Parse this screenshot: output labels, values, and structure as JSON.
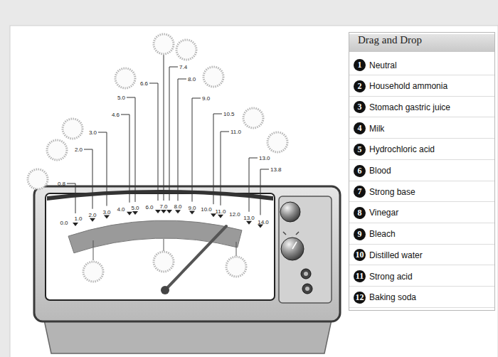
{
  "diagram": {
    "nodes": [
      {
        "text": [
          "Drag and Drop"
        ]
      },
      {
        "text": [
          "1",
          "Neutral"
        ],
        "in": 0
      },
      {
        "text": [
          "2",
          "Household ammonia"
        ],
        "in": 0
      },
      {
        "text": [
          "3",
          "Stomach gastric juice"
        ],
        "in": 0
      },
      {
        "text": [
          "4",
          "Milk"
        ],
        "in": 0
      },
      {
        "text": [
          "5",
          "Hydrochloric acid"
        ],
        "in": 0
      },
      {
        "text": [
          "6",
          "Blood"
        ],
        "in": 0
      },
      {
        "text": [
          "7",
          "Strong base"
        ],
        "in": 0
      },
      {
        "text": [
          "8",
          "Vinegar"
        ],
        "in": 0
      },
      {
        "text": [
          "9",
          "Bleach"
        ],
        "in": 0
      },
      {
        "text": [
          "10",
          "Distilled water"
        ],
        "in": 0
      },
      {
        "text": [
          "11",
          "Strong acid"
        ],
        "in": 0
      },
      {
        "text": [
          "12",
          "Baking soda"
        ],
        "in": 0
      }
    ],
    "labels": [
      "0.0",
      "1.0",
      "2.0",
      "3.0",
      "4.0",
      "5.0",
      "6.0",
      "7.0",
      "8.0",
      "9.0",
      "10.0",
      "11.0",
      "12.0",
      "13.0",
      "14.0",
      "0.8",
      "2.0",
      "3.0",
      "4.6",
      "5.0",
      "6.6",
      "7.4",
      "8.0",
      "9.0",
      "10.5",
      "11.0",
      "13.0",
      "13.8"
    ]
  }
}
